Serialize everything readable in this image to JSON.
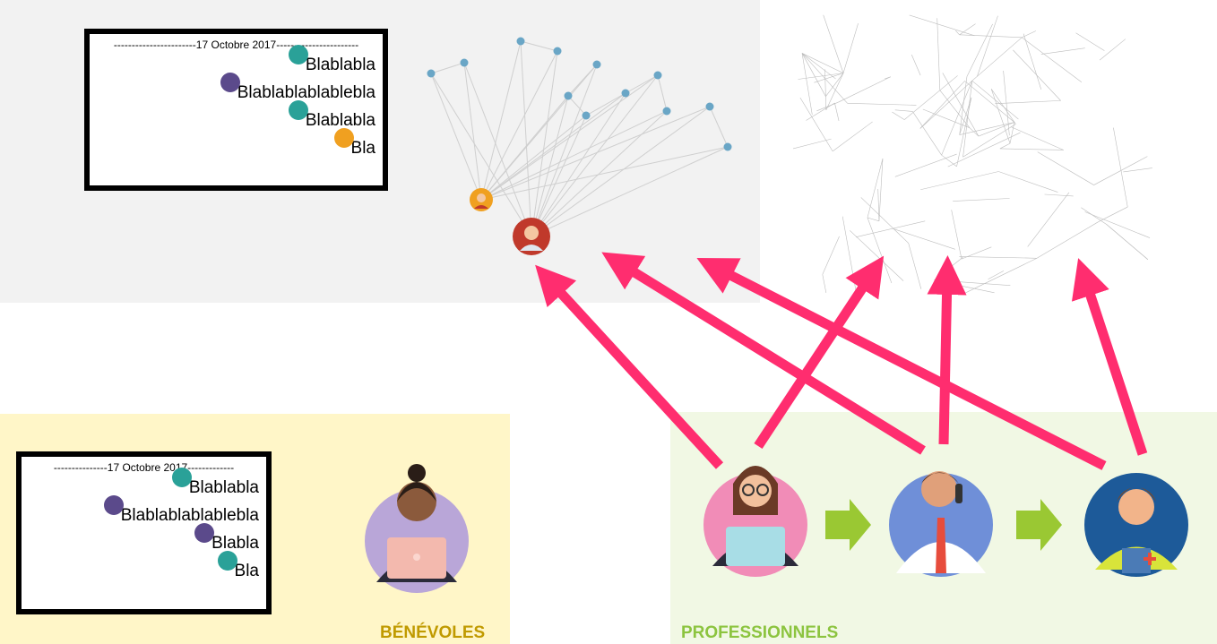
{
  "top_chat": {
    "date_header": "-----------------------17 Octobre 2017-----------------------",
    "messages": [
      {
        "text": "Blablabla",
        "avatar_color": "#2aa198"
      },
      {
        "text": "Blablablablablebla",
        "avatar_color": "#5b4a8b"
      },
      {
        "text": "Blablabla",
        "avatar_color": "#2aa198"
      },
      {
        "text": "Bla",
        "avatar_color": "#f0a020"
      }
    ]
  },
  "bottom_chat": {
    "date_header": "---------------17 Octobre 2017-------------",
    "messages": [
      {
        "text": "Blablabla",
        "avatar_color": "#2aa198"
      },
      {
        "text": "Blablablablablebla",
        "avatar_color": "#5b4a8b"
      },
      {
        "text": "Blabla",
        "avatar_color": "#5b4a8b"
      },
      {
        "text": "Bla",
        "avatar_color": "#2aa198"
      }
    ]
  },
  "labels": {
    "volunteers": "BÉNÉVOLES",
    "professionals": "PROFESSIONNELS"
  },
  "colors": {
    "arrow": "#ff2d6f",
    "step_arrow": "#9ac833",
    "node": "#6aa6c6"
  }
}
